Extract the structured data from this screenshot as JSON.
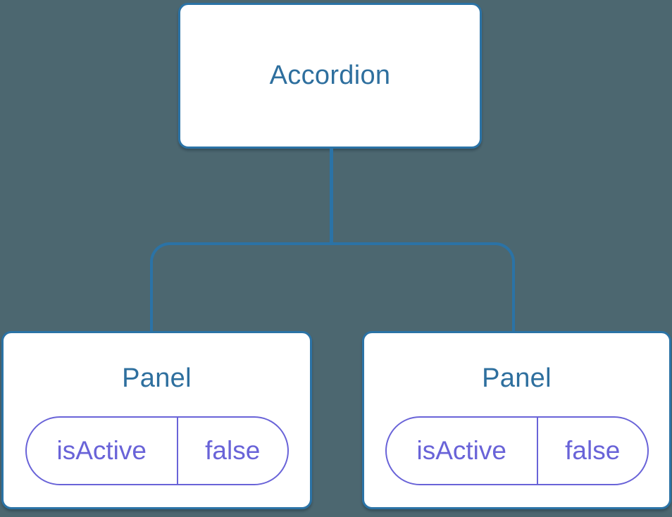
{
  "diagram": {
    "type": "component-tree",
    "root": {
      "label": "Accordion"
    },
    "children": [
      {
        "label": "Panel",
        "state": {
          "key": "isActive",
          "value": "false"
        }
      },
      {
        "label": "Panel",
        "state": {
          "key": "isActive",
          "value": "false"
        }
      }
    ]
  },
  "colors": {
    "background": "#4C6770",
    "connector": "#2B73A6",
    "node_border": "#2B73A6",
    "node_fill": "#FFFFFF",
    "node_text": "#2E6F9E",
    "state_accent": "#6963D8"
  }
}
